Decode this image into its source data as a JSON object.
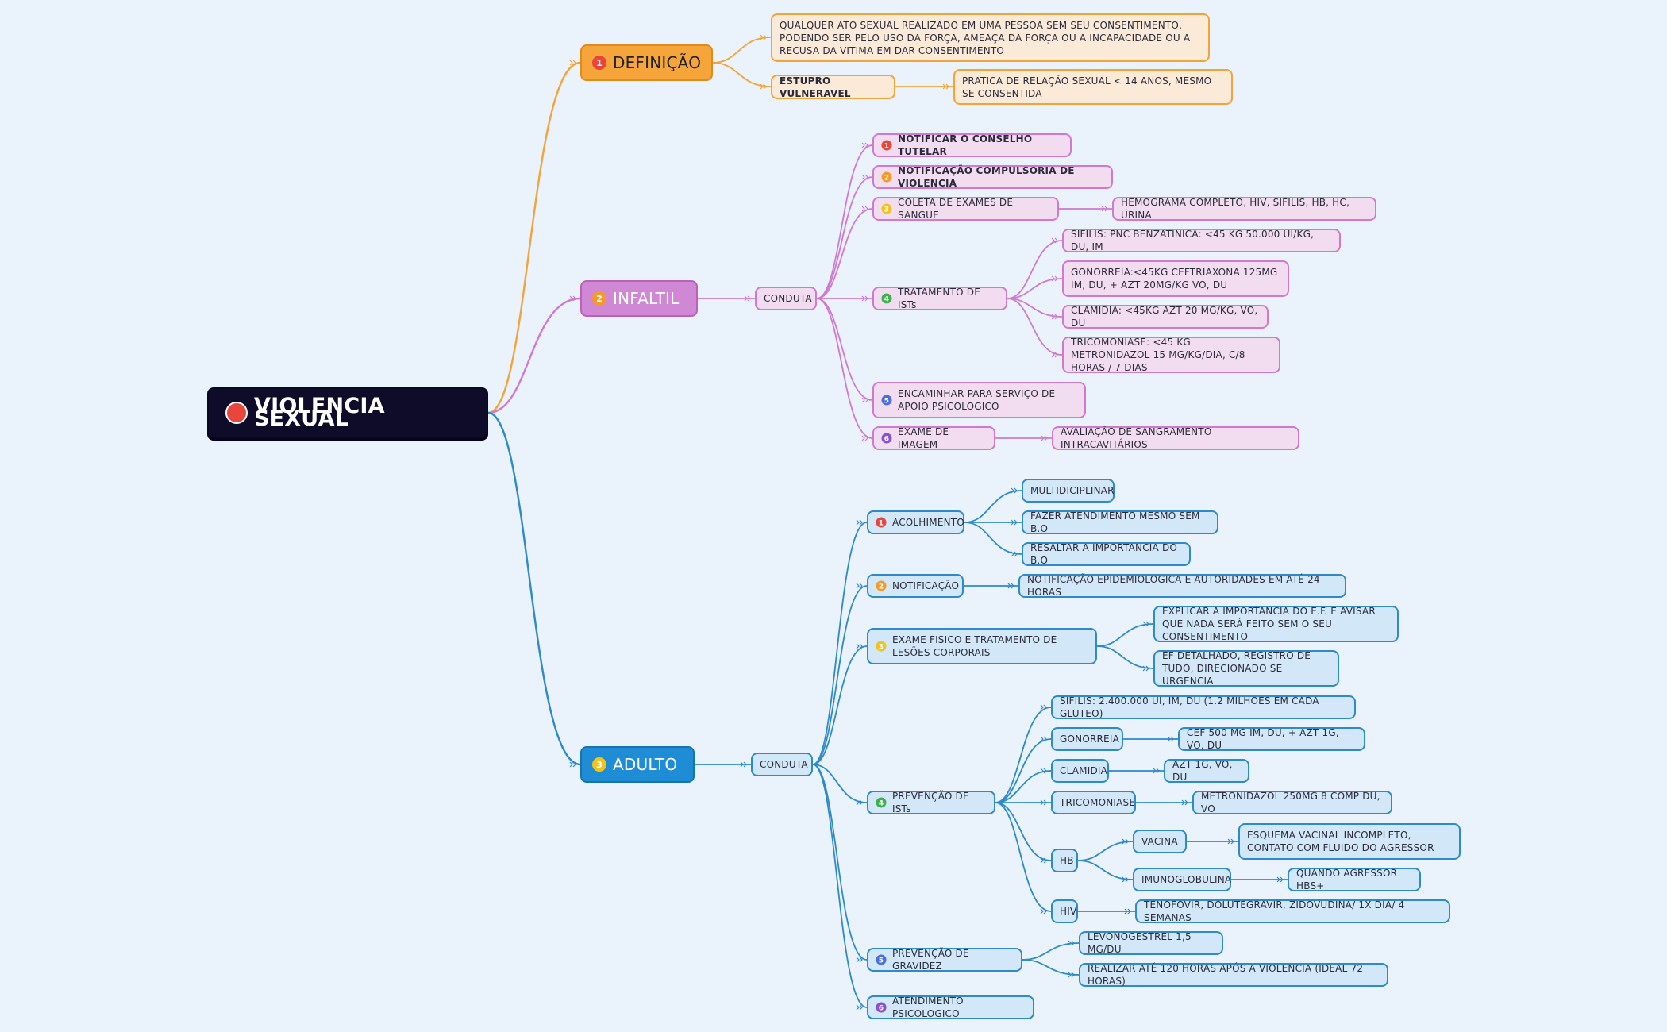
{
  "root": {
    "label": "VIOLENCIA SEXUAL"
  },
  "definicao": {
    "label": "DEFINIÇÃO",
    "text": "QUALQUER ATO SEXUAL REALIZADO EM UMA PESSOA SEM SEU CONSENTIMENTO, PODENDO SER PELO USO DA FORÇA, AMEAÇA DA FORÇA OU A INCAPACIDADE OU A RECUSA DA VITIMA EM DAR CONSENTIMENTO",
    "estupro_label": "ESTUPRO VULNERAVEL",
    "estupro_text": "PRATICA DE RELAÇÃO SEXUAL < 14 ANOS, MESMO SE CONSENTIDA"
  },
  "infantil": {
    "label": "INFALTIL",
    "conduta": "CONDUTA",
    "items": {
      "notificar": "NOTIFICAR O CONSELHO TUTELAR",
      "notificacao": "NOTIFICAÇÃO COMPULSORIA DE VIOLENCIA",
      "coleta": "COLETA DE EXAMES DE SANGUE",
      "coleta_detail": "HEMOGRAMA COMPLETO, HIV, SIFILIS, HB, HC, URINA",
      "tratamento": "TRATAMENTO DE ISTs",
      "sifilis": "SIFILIS: PNC BENZATINICA: <45 KG 50.000 UI/KG, DU, IM",
      "gonorreia": "GONORREIA:<45KG  CEFTRIAXONA 125MG IM, DU, + AZT 20MG/KG VO, DU",
      "clamidia": "CLAMIDIA: <45KG AZT 20 MG/KG, VO, DU",
      "tricomoniase": "TRICOMONIASE: <45 KG METRONIDAZOL 15 MG/KG/DIA, C/8 HORAS / 7 DIAS",
      "encaminhar": "ENCAMINHAR PARA SERVIÇO DE  APOIO PSICOLOGICO",
      "exame": "EXAME DE IMAGEM",
      "exame_detail": "AVALIAÇÃO DE SANGRAMENTO INTRACAVITÁRIOS"
    }
  },
  "adulto": {
    "label": "ADULTO",
    "conduta": "CONDUTA",
    "items": {
      "acolhimento": "ACOLHIMENTO",
      "multi": "MULTIDICIPLINAR",
      "fazer": "FAZER ATENDIMENTO MESMO SEM B.O",
      "ressaltar": "RESALTAR A IMPORTANCIA DO B.O",
      "notificacao": "NOTIFICAÇÃO",
      "notificacao_detail": "NOTIFICAÇÃO EPIDEMIOLOGICA E AUTORIDADES EM ATÉ 24 HORAS",
      "exame": "EXAME FISICO E TRATAMENTO DE LESÕES CORPORAIS",
      "explicar": "EXPLICAR A IMPORTANCIA DO E.F. E AVISAR QUE NADA SERÁ FEITO SEM O SEU CONSENTIMENTO",
      "ef": "EF DETALHADO, REGISTRO DE TUDO, DIRECIONADO SE URGENCIA",
      "prevencao_ist": "PREVENÇÃO DE ISTs",
      "sifilis": "SIFILIS: 2.400.000 UI, IM, DU (1.2 MILHOES EM CADA GLUTEO)",
      "gonorreia": "GONORREIA",
      "gonorreia_detail": "CEF 500 MG IM, DU, + AZT 1G, VO, DU",
      "clamidia": "CLAMIDIA",
      "clamidia_detail": "AZT 1G, VO, DU",
      "tricomoniase": "TRICOMONIASE",
      "tricomoniase_detail": "METRONIDAZOL 250MG 8 COMP DU, VO",
      "hb": "HB",
      "vacina": "VACINA",
      "vacina_detail": "ESQUEMA VACINAL INCOMPLETO, CONTATO COM FLUIDO DO AGRESSOR",
      "imuno": "IMUNOGLOBULINA",
      "imuno_detail": "QUANDO AGRESSOR HBS+",
      "hiv": "HIV",
      "hiv_detail": "TENOFOVIR, DOLUTEGRAVIR, ZIDOVUDINA/ 1X DIA/ 4 SEMANAS",
      "prevencao_gravidez": "PREVENÇÃO DE GRAVIDEZ",
      "levonogestrel": "LEVONOGESTREL 1,5 MG/DU",
      "realizar": "REALIZAR ATÉ 120 HORAS APÓS A VIOLENCIA (IDEAL 72 HORAS)",
      "atendimento": "ATENDIMENTO PSICOLOGICO"
    }
  },
  "colors": {
    "orange": "#f2a43a",
    "purple": "#cf7ad0",
    "blue": "#2e8ac9",
    "badge1": "#e8453c",
    "badge2": "#f39a2b",
    "badge3": "#f2c318",
    "badge4": "#3fb14c",
    "badge5": "#4a6ee0",
    "badge6": "#8a4fd3"
  }
}
